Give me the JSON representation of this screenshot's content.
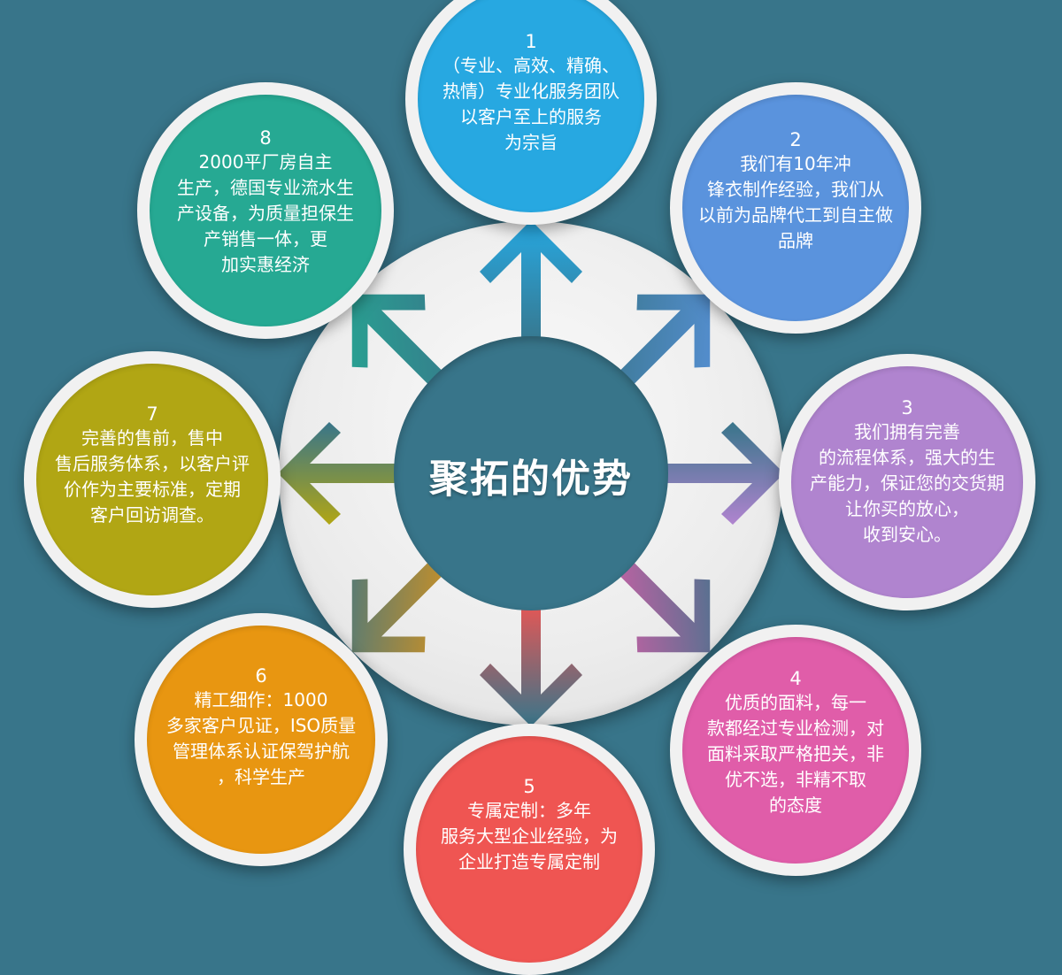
{
  "title": "聚拓的优势",
  "colors": {
    "background": "#38758a",
    "hub_ring": "#ececec",
    "n1": "#27a8e1",
    "n2": "#5a93dd",
    "n3": "#b084cf",
    "n4": "#e05da9",
    "n5": "#ef5552",
    "n6": "#e89611",
    "n7": "#b1a614",
    "n8": "#26a993"
  },
  "nodes": [
    {
      "num": "1",
      "text": "（专业、高效、精确、\n热情）专业化服务团队\n以客户至上的服务\n为宗旨"
    },
    {
      "num": "2",
      "text": "我们有10年冲\n锋衣制作经验，我们从\n以前为品牌代工到自主做\n品牌"
    },
    {
      "num": "3",
      "text": "我们拥有完善\n的流程体系，强大的生\n产能力，保证您的交货期\n让你买的放心，\n收到安心。"
    },
    {
      "num": "4",
      "text": "优质的面料，每一\n款都经过专业检测，对\n面料采取严格把关，非\n优不选，非精不取\n的态度"
    },
    {
      "num": "5",
      "text": "专属定制：多年\n服务大型企业经验，为\n企业打造专属定制"
    },
    {
      "num": "6",
      "text": "精工细作：1000\n多家客户见证，ISO质量\n管理体系认证保驾护航\n，科学生产"
    },
    {
      "num": "7",
      "text": "完善的售前，售中\n售后服务体系，以客户评\n价作为主要标准，定期\n客户回访调查。"
    },
    {
      "num": "8",
      "text": "2000平厂房自主\n生产，德国专业流水生\n产设备，为质量担保生\n产销售一体，更\n加实惠经济"
    }
  ]
}
